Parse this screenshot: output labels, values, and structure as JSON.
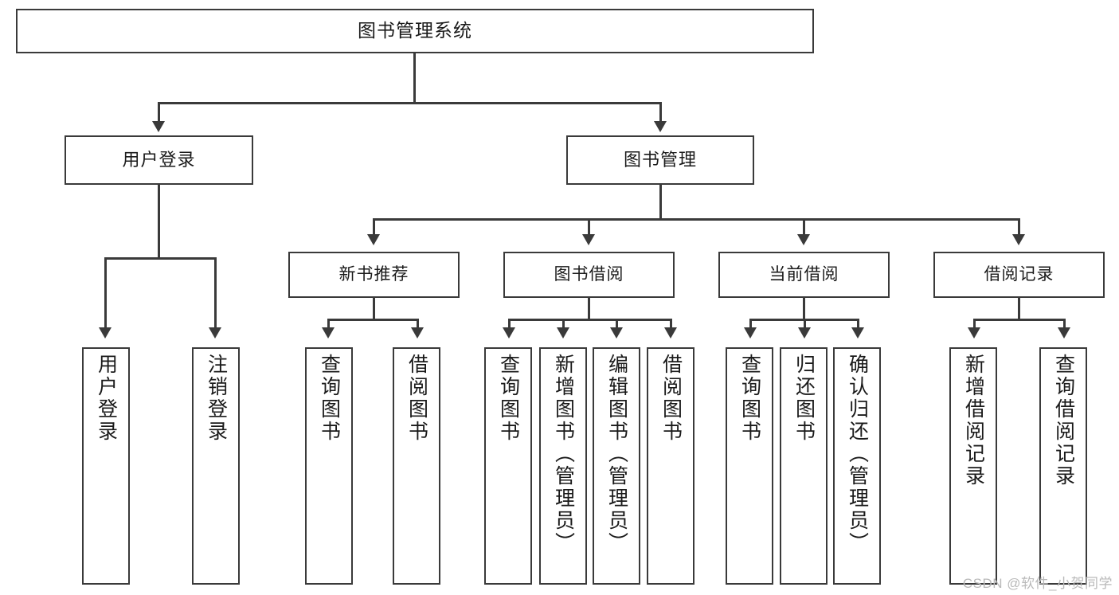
{
  "diagram": {
    "title": "图书管理系统",
    "root": {
      "label": "图书管理系统"
    },
    "level1": [
      {
        "label": "用户登录"
      },
      {
        "label": "图书管理"
      }
    ],
    "level2": [
      {
        "label": "新书推荐"
      },
      {
        "label": "图书借阅"
      },
      {
        "label": "当前借阅"
      },
      {
        "label": "借阅记录"
      }
    ],
    "leaves": {
      "user_login": [
        {
          "label": "用户登录"
        },
        {
          "label": "注销登录"
        }
      ],
      "new_book": [
        {
          "label": "查询图书"
        },
        {
          "label": "借阅图书"
        }
      ],
      "book_borrow": [
        {
          "label": "查询图书"
        },
        {
          "label": "新增图书（管理员）"
        },
        {
          "label": "编辑图书（管理员）"
        },
        {
          "label": "借阅图书"
        }
      ],
      "current_borrow": [
        {
          "label": "查询图书"
        },
        {
          "label": "归还图书"
        },
        {
          "label": "确认归还（管理员）"
        }
      ],
      "borrow_record": [
        {
          "label": "新增借阅记录"
        },
        {
          "label": "查询借阅记录"
        }
      ]
    }
  },
  "watermark": {
    "text": "CSDN @软件_小贺同学"
  },
  "colors": {
    "stroke": "#3a3a3a",
    "background": "#ffffff",
    "text": "#1a1a1a",
    "watermark": "#b9b9b9"
  }
}
